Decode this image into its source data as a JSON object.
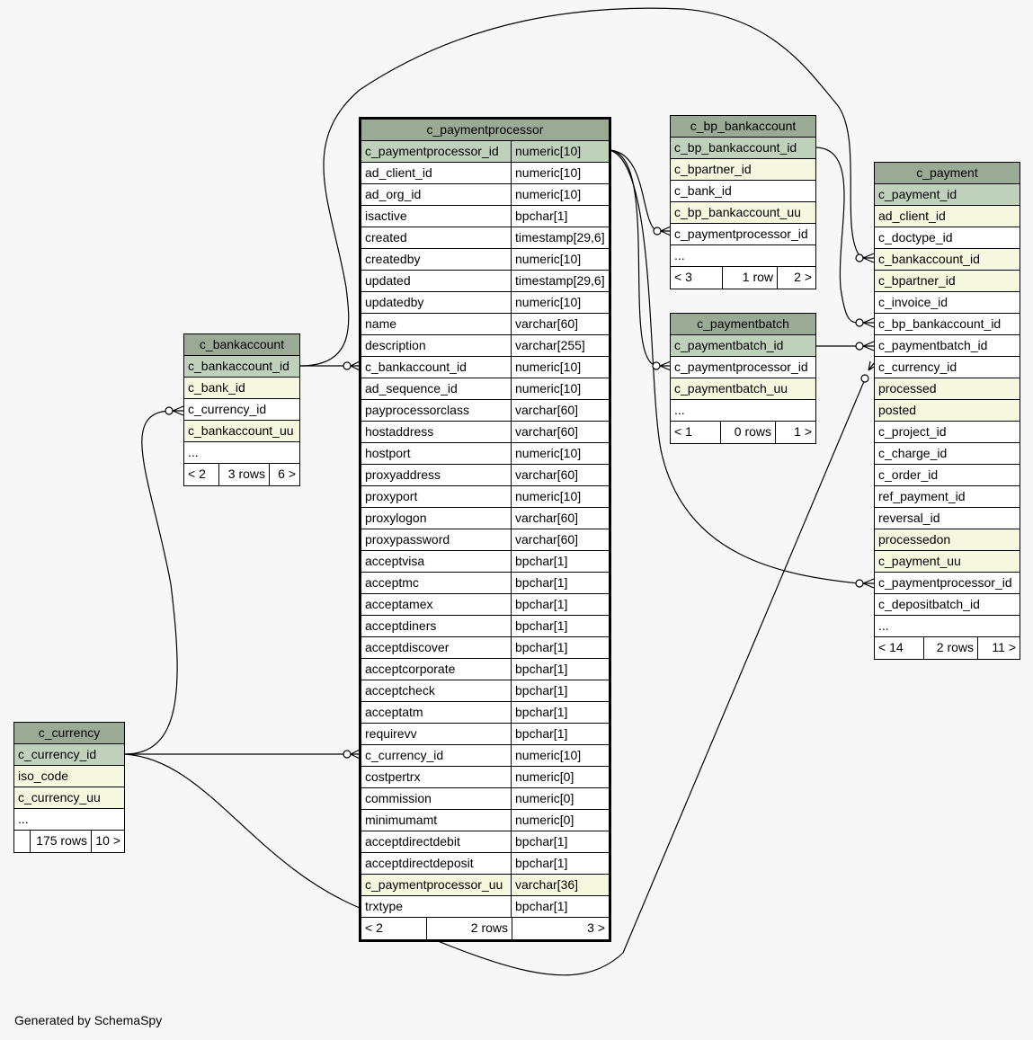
{
  "footer": "Generated by SchemaSpy",
  "colors": {
    "header": "#9aaa94",
    "primary_key": "#bfd0bb",
    "indexed": "#f5f7df",
    "plain": "#ffffff",
    "background": "#f7f7f7"
  },
  "tables": {
    "c_paymentprocessor": {
      "name": "c_paymentprocessor",
      "columns": [
        {
          "name": "c_paymentprocessor_id",
          "type": "numeric[10]",
          "kind": "pk"
        },
        {
          "name": "ad_client_id",
          "type": "numeric[10]",
          "kind": "plain"
        },
        {
          "name": "ad_org_id",
          "type": "numeric[10]",
          "kind": "plain"
        },
        {
          "name": "isactive",
          "type": "bpchar[1]",
          "kind": "plain"
        },
        {
          "name": "created",
          "type": "timestamp[29,6]",
          "kind": "plain"
        },
        {
          "name": "createdby",
          "type": "numeric[10]",
          "kind": "plain"
        },
        {
          "name": "updated",
          "type": "timestamp[29,6]",
          "kind": "plain"
        },
        {
          "name": "updatedby",
          "type": "numeric[10]",
          "kind": "plain"
        },
        {
          "name": "name",
          "type": "varchar[60]",
          "kind": "plain"
        },
        {
          "name": "description",
          "type": "varchar[255]",
          "kind": "plain"
        },
        {
          "name": "c_bankaccount_id",
          "type": "numeric[10]",
          "kind": "plain"
        },
        {
          "name": "ad_sequence_id",
          "type": "numeric[10]",
          "kind": "plain"
        },
        {
          "name": "payprocessorclass",
          "type": "varchar[60]",
          "kind": "plain"
        },
        {
          "name": "hostaddress",
          "type": "varchar[60]",
          "kind": "plain"
        },
        {
          "name": "hostport",
          "type": "numeric[10]",
          "kind": "plain"
        },
        {
          "name": "proxyaddress",
          "type": "varchar[60]",
          "kind": "plain"
        },
        {
          "name": "proxyport",
          "type": "numeric[10]",
          "kind": "plain"
        },
        {
          "name": "proxylogon",
          "type": "varchar[60]",
          "kind": "plain"
        },
        {
          "name": "proxypassword",
          "type": "varchar[60]",
          "kind": "plain"
        },
        {
          "name": "acceptvisa",
          "type": "bpchar[1]",
          "kind": "plain"
        },
        {
          "name": "acceptmc",
          "type": "bpchar[1]",
          "kind": "plain"
        },
        {
          "name": "acceptamex",
          "type": "bpchar[1]",
          "kind": "plain"
        },
        {
          "name": "acceptdiners",
          "type": "bpchar[1]",
          "kind": "plain"
        },
        {
          "name": "acceptdiscover",
          "type": "bpchar[1]",
          "kind": "plain"
        },
        {
          "name": "acceptcorporate",
          "type": "bpchar[1]",
          "kind": "plain"
        },
        {
          "name": "acceptcheck",
          "type": "bpchar[1]",
          "kind": "plain"
        },
        {
          "name": "acceptatm",
          "type": "bpchar[1]",
          "kind": "plain"
        },
        {
          "name": "requirevv",
          "type": "bpchar[1]",
          "kind": "plain"
        },
        {
          "name": "c_currency_id",
          "type": "numeric[10]",
          "kind": "plain"
        },
        {
          "name": "costpertrx",
          "type": "numeric[0]",
          "kind": "plain"
        },
        {
          "name": "commission",
          "type": "numeric[0]",
          "kind": "plain"
        },
        {
          "name": "minimumamt",
          "type": "numeric[0]",
          "kind": "plain"
        },
        {
          "name": "acceptdirectdebit",
          "type": "bpchar[1]",
          "kind": "plain"
        },
        {
          "name": "acceptdirectdeposit",
          "type": "bpchar[1]",
          "kind": "plain"
        },
        {
          "name": "c_paymentprocessor_uu",
          "type": "varchar[36]",
          "kind": "ix"
        },
        {
          "name": "trxtype",
          "type": "bpchar[1]",
          "kind": "plain"
        }
      ],
      "footer": {
        "parents": "< 2",
        "rows": "2 rows",
        "children": "3 >"
      }
    },
    "c_bankaccount": {
      "name": "c_bankaccount",
      "columns": [
        {
          "name": "c_bankaccount_id",
          "kind": "pk"
        },
        {
          "name": "c_bank_id",
          "kind": "ix"
        },
        {
          "name": "c_currency_id",
          "kind": "plain"
        },
        {
          "name": "c_bankaccount_uu",
          "kind": "ix"
        },
        {
          "name": "...",
          "kind": "plain"
        }
      ],
      "footer": {
        "parents": "< 2",
        "rows": "3 rows",
        "children": "6 >"
      }
    },
    "c_currency": {
      "name": "c_currency",
      "columns": [
        {
          "name": "c_currency_id",
          "kind": "pk"
        },
        {
          "name": "iso_code",
          "kind": "ix"
        },
        {
          "name": "c_currency_uu",
          "kind": "ix"
        },
        {
          "name": "...",
          "kind": "plain"
        }
      ],
      "footer": {
        "parents": "",
        "rows": "175 rows",
        "children": "10 >"
      }
    },
    "c_bp_bankaccount": {
      "name": "c_bp_bankaccount",
      "columns": [
        {
          "name": "c_bp_bankaccount_id",
          "kind": "pk"
        },
        {
          "name": "c_bpartner_id",
          "kind": "ix"
        },
        {
          "name": "c_bank_id",
          "kind": "plain"
        },
        {
          "name": "c_bp_bankaccount_uu",
          "kind": "ix"
        },
        {
          "name": "c_paymentprocessor_id",
          "kind": "plain"
        },
        {
          "name": "...",
          "kind": "plain"
        }
      ],
      "footer": {
        "parents": "< 3",
        "rows": "1 row",
        "children": "2 >"
      }
    },
    "c_paymentbatch": {
      "name": "c_paymentbatch",
      "columns": [
        {
          "name": "c_paymentbatch_id",
          "kind": "pk"
        },
        {
          "name": "c_paymentprocessor_id",
          "kind": "plain"
        },
        {
          "name": "c_paymentbatch_uu",
          "kind": "ix"
        },
        {
          "name": "...",
          "kind": "plain"
        }
      ],
      "footer": {
        "parents": "< 1",
        "rows": "0 rows",
        "children": "1 >"
      }
    },
    "c_payment": {
      "name": "c_payment",
      "columns": [
        {
          "name": "c_payment_id",
          "kind": "pk"
        },
        {
          "name": "ad_client_id",
          "kind": "ix"
        },
        {
          "name": "c_doctype_id",
          "kind": "plain"
        },
        {
          "name": "c_bankaccount_id",
          "kind": "ix"
        },
        {
          "name": "c_bpartner_id",
          "kind": "ix"
        },
        {
          "name": "c_invoice_id",
          "kind": "plain"
        },
        {
          "name": "c_bp_bankaccount_id",
          "kind": "plain"
        },
        {
          "name": "c_paymentbatch_id",
          "kind": "plain"
        },
        {
          "name": "c_currency_id",
          "kind": "plain"
        },
        {
          "name": "processed",
          "kind": "ix"
        },
        {
          "name": "posted",
          "kind": "ix"
        },
        {
          "name": "c_project_id",
          "kind": "plain"
        },
        {
          "name": "c_charge_id",
          "kind": "plain"
        },
        {
          "name": "c_order_id",
          "kind": "plain"
        },
        {
          "name": "ref_payment_id",
          "kind": "plain"
        },
        {
          "name": "reversal_id",
          "kind": "plain"
        },
        {
          "name": "processedon",
          "kind": "ix"
        },
        {
          "name": "c_payment_uu",
          "kind": "ix"
        },
        {
          "name": "c_paymentprocessor_id",
          "kind": "plain"
        },
        {
          "name": "c_depositbatch_id",
          "kind": "plain"
        },
        {
          "name": "...",
          "kind": "plain"
        }
      ],
      "footer": {
        "parents": "< 14",
        "rows": "2 rows",
        "children": "11 >"
      }
    }
  }
}
